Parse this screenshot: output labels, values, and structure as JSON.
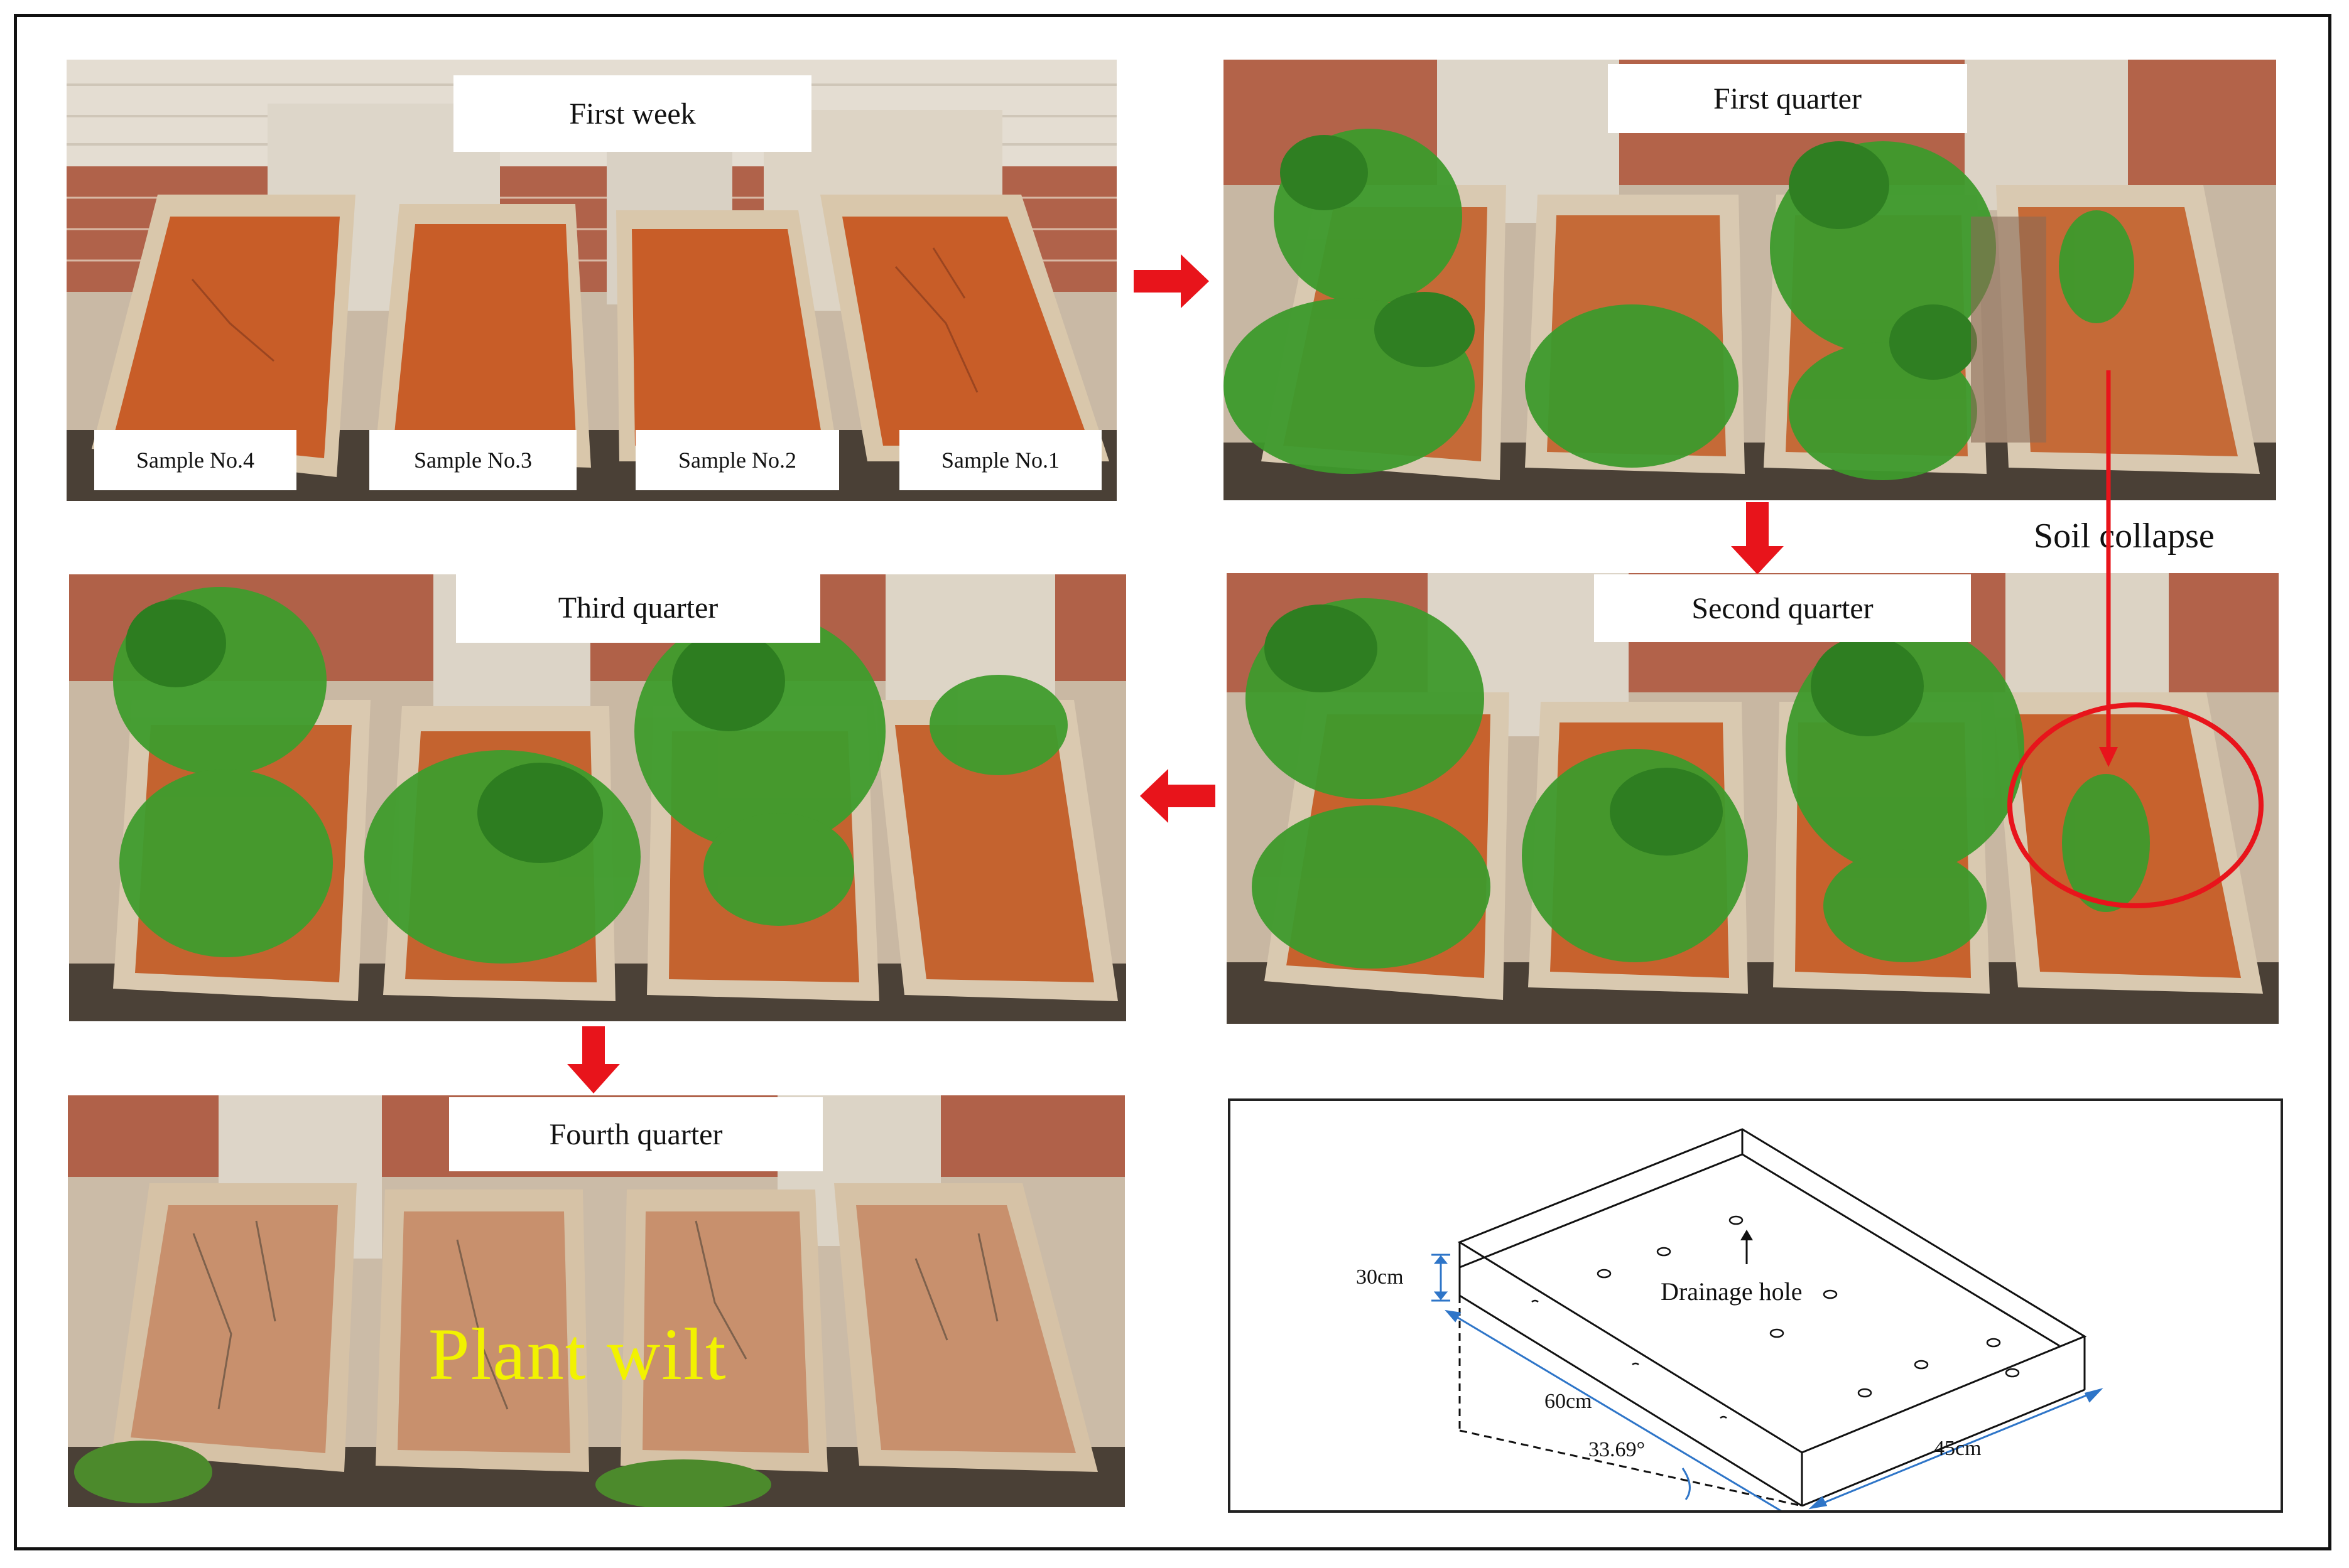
{
  "panels": {
    "first_week": "First week",
    "first_quarter": "First quarter",
    "second_quarter": "Second quarter",
    "third_quarter": "Third quarter",
    "fourth_quarter": "Fourth quarter"
  },
  "samples": [
    "Sample No.4",
    "Sample No.3",
    "Sample No.2",
    "Sample No.1"
  ],
  "annotations": {
    "soil_collapse": "Soil collapse",
    "plant_wilt": "Plant wilt"
  },
  "diagram": {
    "height": "30cm",
    "length": "60cm",
    "width": "45cm",
    "angle": "33.69°",
    "drainage": "Drainage hole"
  },
  "colors": {
    "arrow": "#e8141b",
    "soil": "#c8602e",
    "plant": "#3f9a2b",
    "wilt_text": "#f2f200",
    "dimension": "#2e75c8"
  }
}
